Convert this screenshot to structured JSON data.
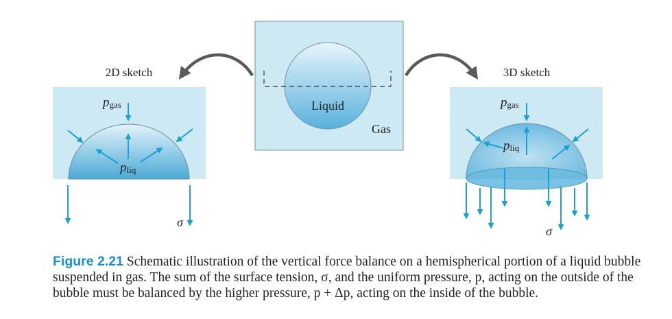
{
  "figure": {
    "panel_left_title": "2D sketch",
    "panel_right_title": "3D sketch",
    "center_liquid_label": "Liquid",
    "center_gas_label": "Gas",
    "left": {
      "p_gas_base": "p",
      "p_gas_sub": "gas",
      "p_liq_base": "p",
      "p_liq_sub": "liq",
      "sigma": "σ"
    },
    "right": {
      "p_gas_base": "p",
      "p_gas_sub": "gas",
      "p_liq_base": "p",
      "p_liq_sub": "liq",
      "sigma": "σ"
    }
  },
  "colors": {
    "panel_bg": "#cde9f4",
    "arrow_blue": "#19a0d6",
    "caption_accent": "#1a8fd1"
  },
  "caption": {
    "label": "Figure 2.21",
    "text": " Schematic illustration of the vertical force balance on a hemispherical portion of a liquid bubble suspended in gas. The sum of the surface tension, σ, and the uniform pressure, p, acting on the outside of the bubble must be balanced by the higher pressure, p + Δp, acting on the inside of the bubble."
  }
}
